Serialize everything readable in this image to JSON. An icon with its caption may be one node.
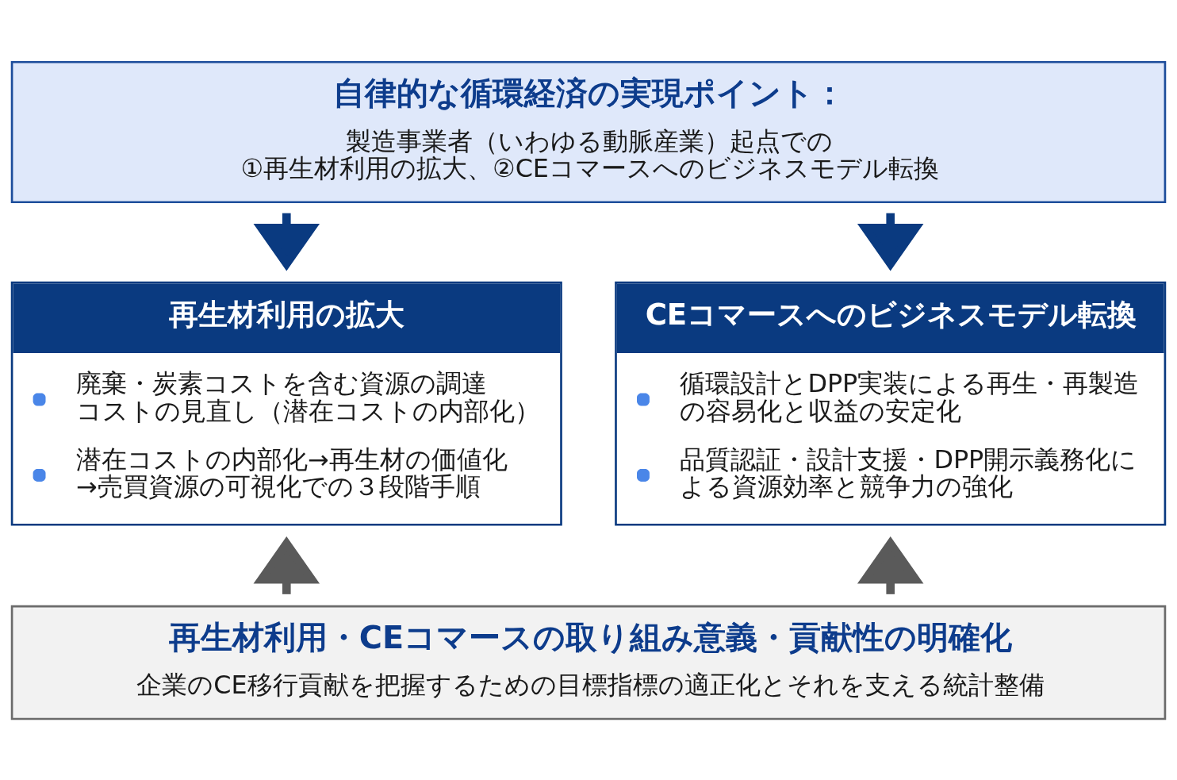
{
  "diagram": {
    "nodes": [
      {
        "text": [
          "自律的な循環経済の実現ポイント：",
          "製造事業者（いわゆる動脈産業）起点での①再生材利用の拡大、②CEコマースへのビジネスモデル転換"
        ]
      },
      {
        "text": [
          "再生材利用の拡大",
          "廃棄・炭素コストを含む資源の調達コストの見直し（潜在コストの内部化）",
          "潜在コストの内部化→再生材の価値化→売買資源の可視化での３段階手順"
        ]
      },
      {
        "text": [
          "CEコマースへのビジネスモデル転換",
          "循環設計とDPP実装による再生・再製造の容易化と収益の安定化",
          "品質認証・設計支援・DPP開示義務化による資源効率と競争力の強化"
        ]
      },
      {
        "text": [
          "再生材利用・CEコマースの取り組み意義・貢献性の明確化",
          "企業のCE移行貢献を把握するための目標指標の適正化とそれを支える統計整備"
        ]
      }
    ],
    "edges": [
      {
        "from": 0,
        "to": 1,
        "arrow": "to",
        "color": "#0a3a80"
      },
      {
        "from": 0,
        "to": 2,
        "arrow": "to",
        "color": "#0a3a80"
      },
      {
        "from": 3,
        "to": 1,
        "arrow": "to",
        "color": "#5a5a5a"
      },
      {
        "from": 3,
        "to": 2,
        "arrow": "to",
        "color": "#5a5a5a"
      }
    ]
  }
}
